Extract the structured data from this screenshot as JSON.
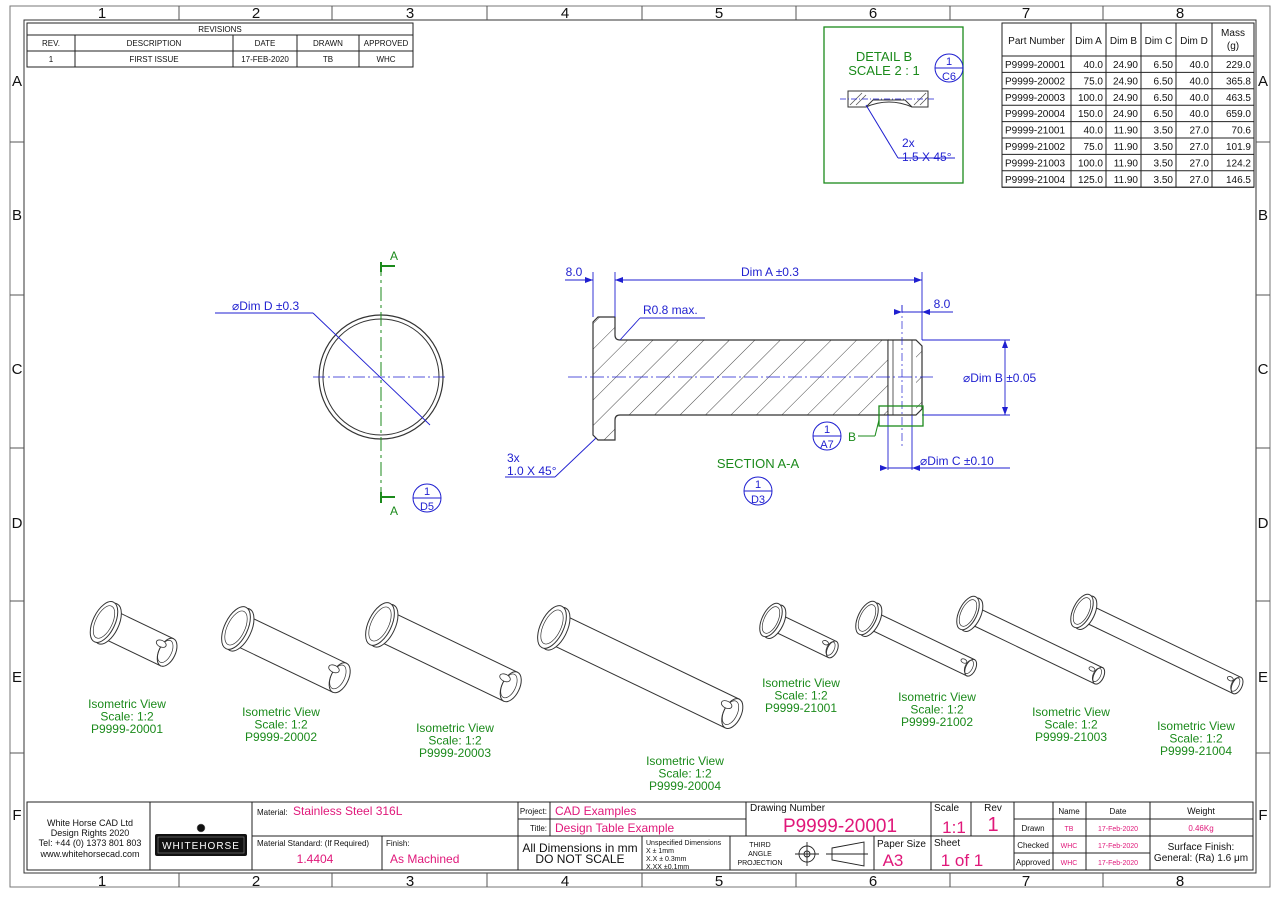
{
  "grid": {
    "columns": [
      "1",
      "2",
      "3",
      "4",
      "5",
      "6",
      "7",
      "8"
    ],
    "rows": [
      "A",
      "B",
      "C",
      "D",
      "E",
      "F"
    ]
  },
  "revisions": {
    "title": "REVISIONS",
    "headers": [
      "REV.",
      "DESCRIPTION",
      "DATE",
      "DRAWN",
      "APPROVED"
    ],
    "rows": [
      [
        "1",
        "FIRST ISSUE",
        "17-FEB-2020",
        "TB",
        "WHC"
      ]
    ]
  },
  "design_table": {
    "headers": [
      "Part Number",
      "Dim A",
      "Dim B",
      "Dim C",
      "Dim D",
      "Mass\n(g)"
    ],
    "rows": [
      [
        "P9999-20001",
        "40.0",
        "24.90",
        "6.50",
        "40.0",
        "229.0"
      ],
      [
        "P9999-20002",
        "75.0",
        "24.90",
        "6.50",
        "40.0",
        "365.8"
      ],
      [
        "P9999-20003",
        "100.0",
        "24.90",
        "6.50",
        "40.0",
        "463.5"
      ],
      [
        "P9999-20004",
        "150.0",
        "24.90",
        "6.50",
        "40.0",
        "659.0"
      ],
      [
        "P9999-21001",
        "40.0",
        "11.90",
        "3.50",
        "27.0",
        "70.6"
      ],
      [
        "P9999-21002",
        "75.0",
        "11.90",
        "3.50",
        "27.0",
        "101.9"
      ],
      [
        "P9999-21003",
        "100.0",
        "11.90",
        "3.50",
        "27.0",
        "124.2"
      ],
      [
        "P9999-21004",
        "125.0",
        "11.90",
        "3.50",
        "27.0",
        "146.5"
      ]
    ]
  },
  "detail_b": {
    "title": "DETAIL B",
    "scale": "SCALE 2 : 1",
    "callout_top": "1",
    "callout_bottom": "C6",
    "note_qty": "2x",
    "note_chamfer": "1.5 X 45°"
  },
  "front_view": {
    "diameter_label": "⌀Dim D ±0.3",
    "section_letter_top": "A",
    "section_letter_bottom": "A",
    "callout_top": "1",
    "callout_bottom": "D5"
  },
  "section_view": {
    "dim_8_left": "8.0",
    "dim_a": "Dim A ±0.3",
    "dim_8_right": "8.0",
    "radius": "R0.8 max.",
    "dim_b": "⌀Dim B ±0.05",
    "dim_c": "⌀Dim C ±0.10",
    "chamfer_qty": "3x",
    "chamfer": "1.0 X 45°",
    "detail_callout_top": "1",
    "detail_callout_bottom": "A7",
    "detail_letter": "B",
    "title": "SECTION A-A",
    "callout_top": "1",
    "callout_bottom": "D3"
  },
  "iso_views": [
    {
      "label": "Isometric View",
      "scale": "Scale: 1:2",
      "part": "P9999-20001"
    },
    {
      "label": "Isometric View",
      "scale": "Scale: 1:2",
      "part": "P9999-20002"
    },
    {
      "label": "Isometric View",
      "scale": "Scale: 1:2",
      "part": "P9999-20003"
    },
    {
      "label": "Isometric View",
      "scale": "Scale: 1:2",
      "part": "P9999-20004"
    },
    {
      "label": "Isometric View",
      "scale": "Scale: 1:2",
      "part": "P9999-21001"
    },
    {
      "label": "Isometric View",
      "scale": "Scale: 1:2",
      "part": "P9999-21002"
    },
    {
      "label": "Isometric View",
      "scale": "Scale: 1:2",
      "part": "P9999-21003"
    },
    {
      "label": "Isometric View",
      "scale": "Scale: 1:2",
      "part": "P9999-21004"
    }
  ],
  "title_block": {
    "company": "White Horse CAD Ltd",
    "rights": "Design Rights 2020",
    "tel": "Tel: +44 (0) 1373 801 803",
    "web": "www.whitehorsecad.com",
    "logo_text": "WHITEHORSE",
    "material_label": "Material:",
    "material": "Stainless Steel 316L",
    "material_std_label": "Material Standard: (If Required)",
    "material_std": "1.4404",
    "finish_label": "Finish:",
    "finish": "As Machined",
    "project_label": "Project:",
    "project": "CAD Examples",
    "title_label": "Title:",
    "title": "Design Table Example",
    "all_dims": "All Dimensions in mm",
    "do_not_scale": "DO NOT SCALE",
    "unspecified_title": "Unspecified Dimensions",
    "tol1": "X ± 1mm",
    "tol2": "X.X ± 0.3mm",
    "tol3": "X.XX ±0.1mm",
    "projection1": "THIRD",
    "projection2": "ANGLE",
    "projection3": "PROJECTION",
    "drawing_number_label": "Drawing Number",
    "drawing_number": "P9999-20001",
    "scale_label": "Scale",
    "scale": "1:1",
    "rev_label": "Rev",
    "rev": "1",
    "paper_label": "Paper Size",
    "paper": "A3",
    "sheet_label": "Sheet",
    "sheet": "1 of 1",
    "name_label": "Name",
    "date_label": "Date",
    "drawn_label": "Drawn",
    "checked_label": "Checked",
    "approved_label": "Approved",
    "drawn_name": "TB",
    "drawn_date": "17-Feb-2020",
    "checked_name": "WHC",
    "checked_date": "17-Feb-2020",
    "approved_name": "WHC",
    "approved_date": "17-Feb-2020",
    "weight_label": "Weight",
    "weight": "0.46Kg",
    "surface_label": "Surface Finish:",
    "surface": "General: (Ra) 1.6 μm"
  }
}
